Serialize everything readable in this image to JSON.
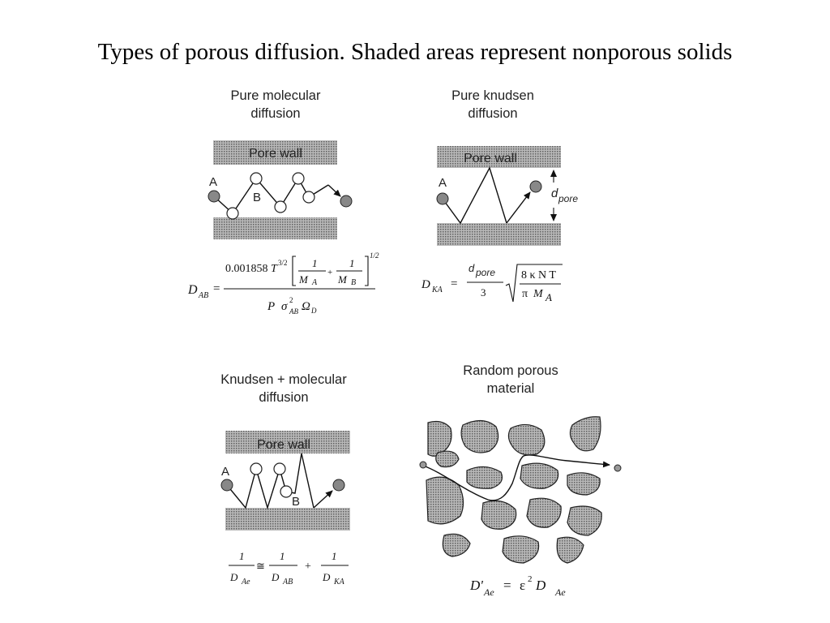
{
  "title": "Types of porous diffusion.  Shaded areas represent nonporous solids",
  "panels": {
    "molecular": {
      "title_line1": "Pure molecular",
      "title_line2": "diffusion",
      "pore_wall": "Pore wall",
      "label_a": "A",
      "label_b": "B",
      "equation": {
        "lhs": "D",
        "lhs_sub": "AB",
        "equals": "=",
        "numerator_coef": "0.001858",
        "t_symbol": "T",
        "t_exp": "3/2",
        "one": "1",
        "plus": "+",
        "m_symbol": "M",
        "m_a_sub": "A",
        "m_b_sub": "B",
        "bracket_exp": "1/2",
        "den_p": "P",
        "den_sigma": "σ",
        "den_sigma_exp": "2",
        "den_sigma_sub": "AB",
        "den_omega": "Ω",
        "den_omega_sub": "D"
      }
    },
    "knudsen": {
      "title_line1": "Pure knudsen",
      "title_line2": "diffusion",
      "pore_wall": "Pore wall",
      "label_a": "A",
      "d_symbol": "d",
      "d_sub": "pore",
      "equation": {
        "lhs": "D",
        "lhs_sub": "KA",
        "equals": "=",
        "num_d": "d",
        "num_d_sub": "pore",
        "den_three": "3",
        "sqrt_num": "8 κ N T",
        "sqrt_den_pi": "π",
        "sqrt_den_m": "M",
        "sqrt_den_sub": "A"
      }
    },
    "combined": {
      "title_line1": "Knudsen + molecular",
      "title_line2": "diffusion",
      "pore_wall": "Pore wall",
      "label_a": "A",
      "label_b": "B",
      "equation": {
        "one": "1",
        "d": "D",
        "sub_ae": "Ae",
        "approx": "≅",
        "sub_ab": "AB",
        "plus": "+",
        "sub_ka": "KA"
      }
    },
    "random": {
      "title_line1": "Random porous",
      "title_line2": "material",
      "equation": {
        "lhs": "D'",
        "lhs_sub": "Ae",
        "equals": "=",
        "epsilon": "ε",
        "epsilon_exp": "2",
        "d": "D",
        "d_sub": "Ae"
      }
    }
  }
}
